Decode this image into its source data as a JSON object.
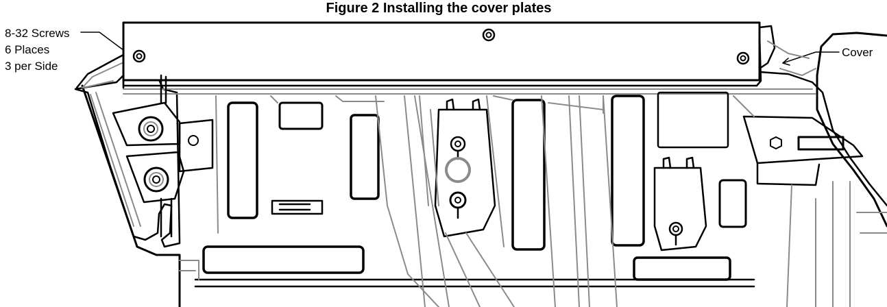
{
  "figure": {
    "title": "Figure 2 Installing the cover plates"
  },
  "callouts": {
    "screws": {
      "line1": "8-32 Screws",
      "line2": "6 Places",
      "line3": "3 per Side"
    },
    "cover": "Cover"
  },
  "colors": {
    "outline": "#000000",
    "inner": "#8a8a8a",
    "background": "#ffffff"
  }
}
